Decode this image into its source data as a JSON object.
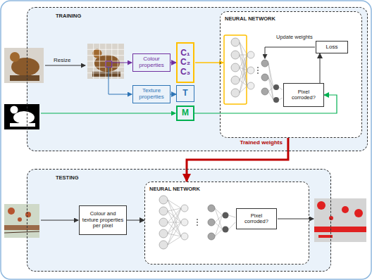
{
  "diagram": {
    "nodes": [
      {
        "text": [
          "TRAINING"
        ]
      },
      {
        "text": [
          "Colour properties"
        ],
        "in": 0
      },
      {
        "text": [
          "Texture properties"
        ],
        "in": 0
      },
      {
        "text": [
          "C₁",
          "C₂",
          "C₃"
        ],
        "in": 0
      },
      {
        "text": [
          "T"
        ],
        "in": 0
      },
      {
        "text": [
          "M"
        ],
        "in": 0
      },
      {
        "text": [
          "NEURAL NETWORK"
        ],
        "in": 0
      },
      {
        "text": [
          "Loss"
        ],
        "in": 6
      },
      {
        "text": [
          "Pixel corroded?"
        ],
        "in": 6
      },
      {
        "text": [
          "TESTING"
        ]
      },
      {
        "text": [
          "Colour and texture properties per pixel"
        ],
        "in": 9
      },
      {
        "text": [
          "NEURAL NETWORK"
        ],
        "in": 9
      },
      {
        "text": [
          "Pixel corroded?"
        ],
        "in": 11
      }
    ],
    "edges": [
      {
        "from": 1,
        "to": 3,
        "arrow": "to"
      },
      {
        "from": 2,
        "to": 4,
        "arrow": "to"
      },
      {
        "from": 5,
        "to": 8,
        "arrow": "to"
      },
      {
        "from": 8,
        "to": 7,
        "arrow": "to"
      },
      {
        "from": 6,
        "to": 11,
        "label": "Trained weights",
        "arrow": "to"
      },
      {
        "from": 10,
        "to": 11,
        "arrow": "to"
      }
    ],
    "labels": [
      "Resize",
      "Update weights"
    ]
  }
}
